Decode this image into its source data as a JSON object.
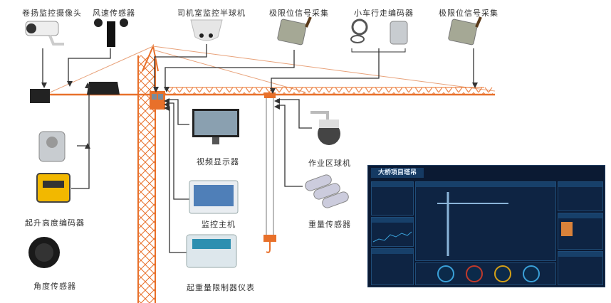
{
  "labels": {
    "hoist_camera": "卷扬监控摄像头",
    "wind_sensor": "风速传感器",
    "cab_dome_camera": "司机室监控半球机",
    "limit_signal_left": "极限位信号采集",
    "trolley_encoder": "小车行走编码器",
    "limit_signal_right": "极限位信号采集",
    "video_display": "视频显示器",
    "work_area_ptz": "作业区球机",
    "hoist_height_encoder": "起升高度编码器",
    "monitor_host": "监控主机",
    "load_sensor": "重量传感器",
    "angle_sensor": "角度传感器",
    "load_limiter_meter": "起重量限制器仪表"
  },
  "dashboard": {
    "title": "大桥项目塔吊"
  },
  "colors": {
    "crane": "#e8702a",
    "arrow": "#333333",
    "dashboard_bg": "#0b1a33"
  }
}
